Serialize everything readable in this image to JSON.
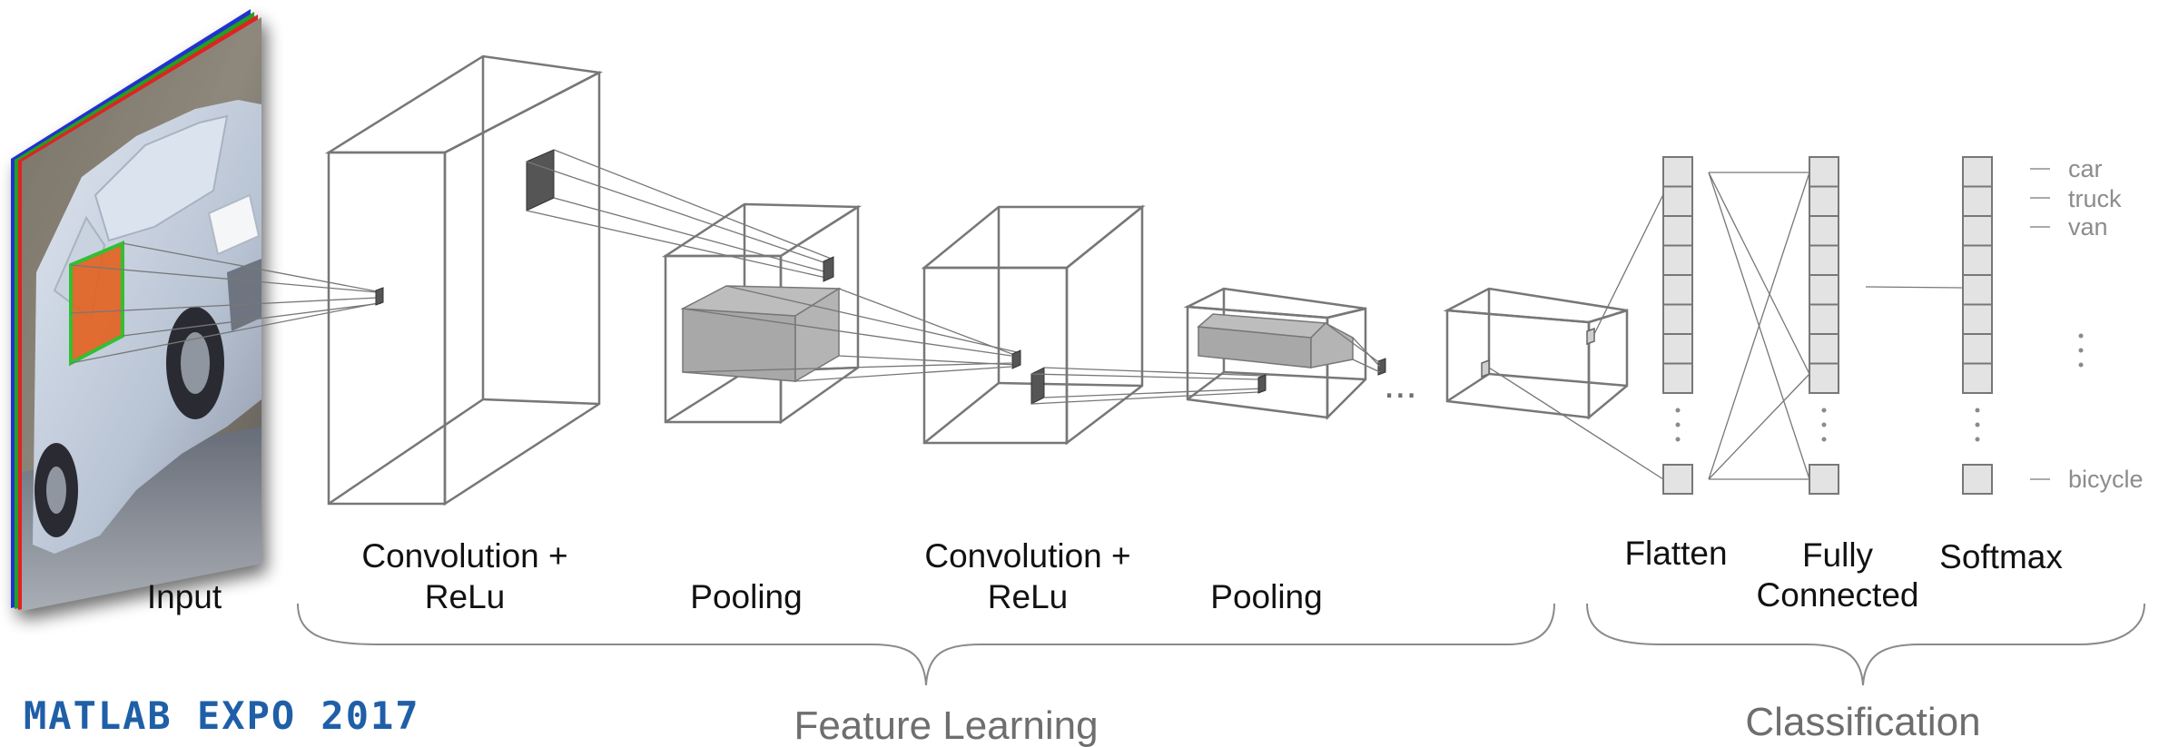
{
  "labels": {
    "input": "Input",
    "conv1_line1": "Convolution +",
    "conv1_line2": "ReLu",
    "pool1": "Pooling",
    "conv2_line1": "Convolution +",
    "conv2_line2": "ReLu",
    "pool2": "Pooling",
    "flatten": "Flatten",
    "fc_line1": "Fully",
    "fc_line2": "Connected",
    "softmax": "Softmax"
  },
  "sections": {
    "feature_learning": "Feature Learning",
    "classification": "Classification"
  },
  "classes": [
    "car",
    "truck",
    "van",
    "bicycle"
  ],
  "logo": "MATLAB EXPO 2017",
  "ellipsis": "...",
  "colors": {
    "logo": "#1f5fa8",
    "line": "#777777",
    "cell_fill": "#e3e3e3",
    "highlight_orange": "#e2601f",
    "channel_red": "#e02020",
    "channel_green": "#20a020",
    "channel_blue": "#2030d0"
  }
}
